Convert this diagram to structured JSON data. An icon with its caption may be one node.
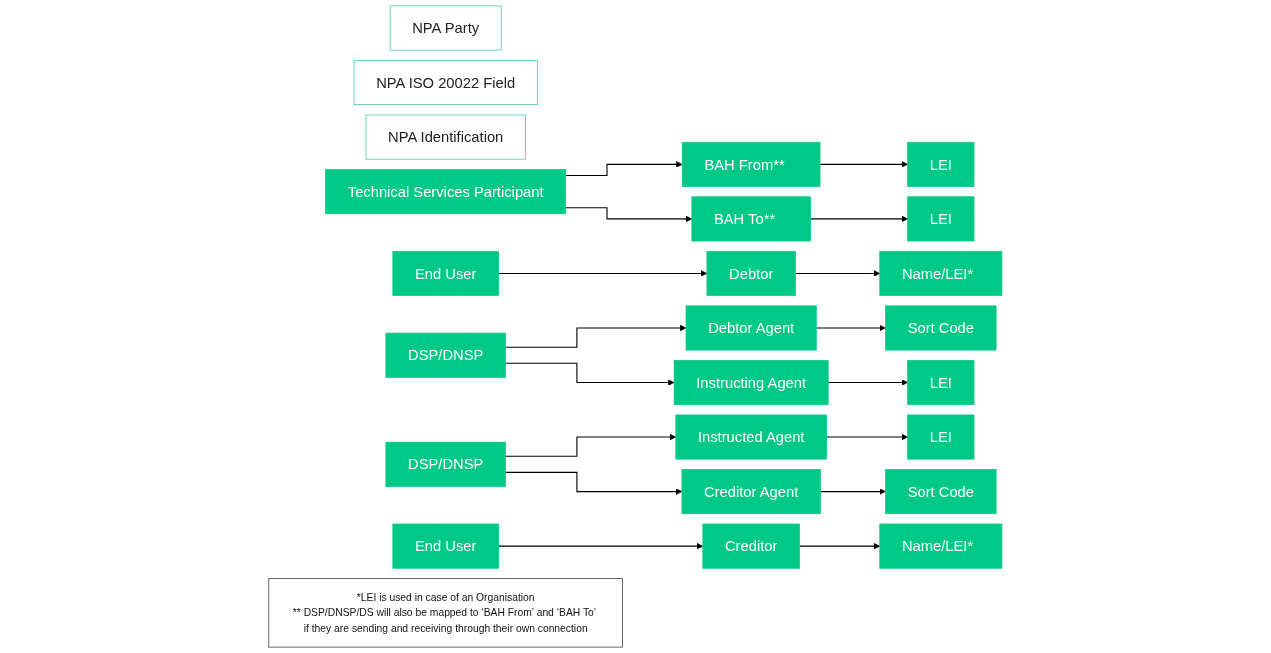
{
  "diagram": {
    "nodes": [
      {
        "text": [
          "NPA Party"
        ]
      },
      {
        "text": [
          "NPA ISO 20022 Field"
        ]
      },
      {
        "text": [
          "NPA Identification"
        ]
      },
      {
        "text": [
          "Technical Services Participant"
        ]
      },
      {
        "text": [
          "End User"
        ]
      },
      {
        "text": [
          "DSP/DNSP"
        ]
      },
      {
        "text": [
          "DSP/DNSP"
        ]
      },
      {
        "text": [
          "End User"
        ]
      },
      {
        "text": [
          "BAH From**"
        ]
      },
      {
        "text": [
          "BAH To**"
        ]
      },
      {
        "text": [
          "Debtor"
        ]
      },
      {
        "text": [
          "Debtor Agent"
        ]
      },
      {
        "text": [
          "Instructing Agent"
        ]
      },
      {
        "text": [
          "Instructed Agent"
        ]
      },
      {
        "text": [
          "Creditor Agent"
        ]
      },
      {
        "text": [
          "Creditor"
        ]
      },
      {
        "text": [
          "LEI"
        ]
      },
      {
        "text": [
          "LEI"
        ]
      },
      {
        "text": [
          "Name/LEI*"
        ]
      },
      {
        "text": [
          "Sort Code"
        ]
      },
      {
        "text": [
          "LEI"
        ]
      },
      {
        "text": [
          "LEI"
        ]
      },
      {
        "text": [
          "Sort Code"
        ]
      },
      {
        "text": [
          "Name/LEI*"
        ]
      },
      {
        "text": [
          "*LEI is used in case of an Organisation",
          "** DSP/DNSP/DS will also be mapped to ‘BAH From’ and ‘BAH To’ if they are sending and receiving through their own connection"
        ]
      }
    ],
    "edges": [
      {
        "from": 3,
        "to": 8,
        "arrow": "to"
      },
      {
        "from": 3,
        "to": 9,
        "arrow": "to"
      },
      {
        "from": 4,
        "to": 10,
        "arrow": "to"
      },
      {
        "from": 5,
        "to": 11,
        "arrow": "to"
      },
      {
        "from": 5,
        "to": 12,
        "arrow": "to"
      },
      {
        "from": 6,
        "to": 13,
        "arrow": "to"
      },
      {
        "from": 6,
        "to": 14,
        "arrow": "to"
      },
      {
        "from": 7,
        "to": 15,
        "arrow": "to"
      },
      {
        "from": 8,
        "to": 16,
        "arrow": "to"
      },
      {
        "from": 9,
        "to": 17,
        "arrow": "to"
      },
      {
        "from": 10,
        "to": 18,
        "arrow": "to"
      },
      {
        "from": 11,
        "to": 19,
        "arrow": "to"
      },
      {
        "from": 12,
        "to": 20,
        "arrow": "to"
      },
      {
        "from": 13,
        "to": 21,
        "arrow": "to"
      },
      {
        "from": 14,
        "to": 22,
        "arrow": "to"
      },
      {
        "from": 15,
        "to": 23,
        "arrow": "to"
      }
    ]
  }
}
